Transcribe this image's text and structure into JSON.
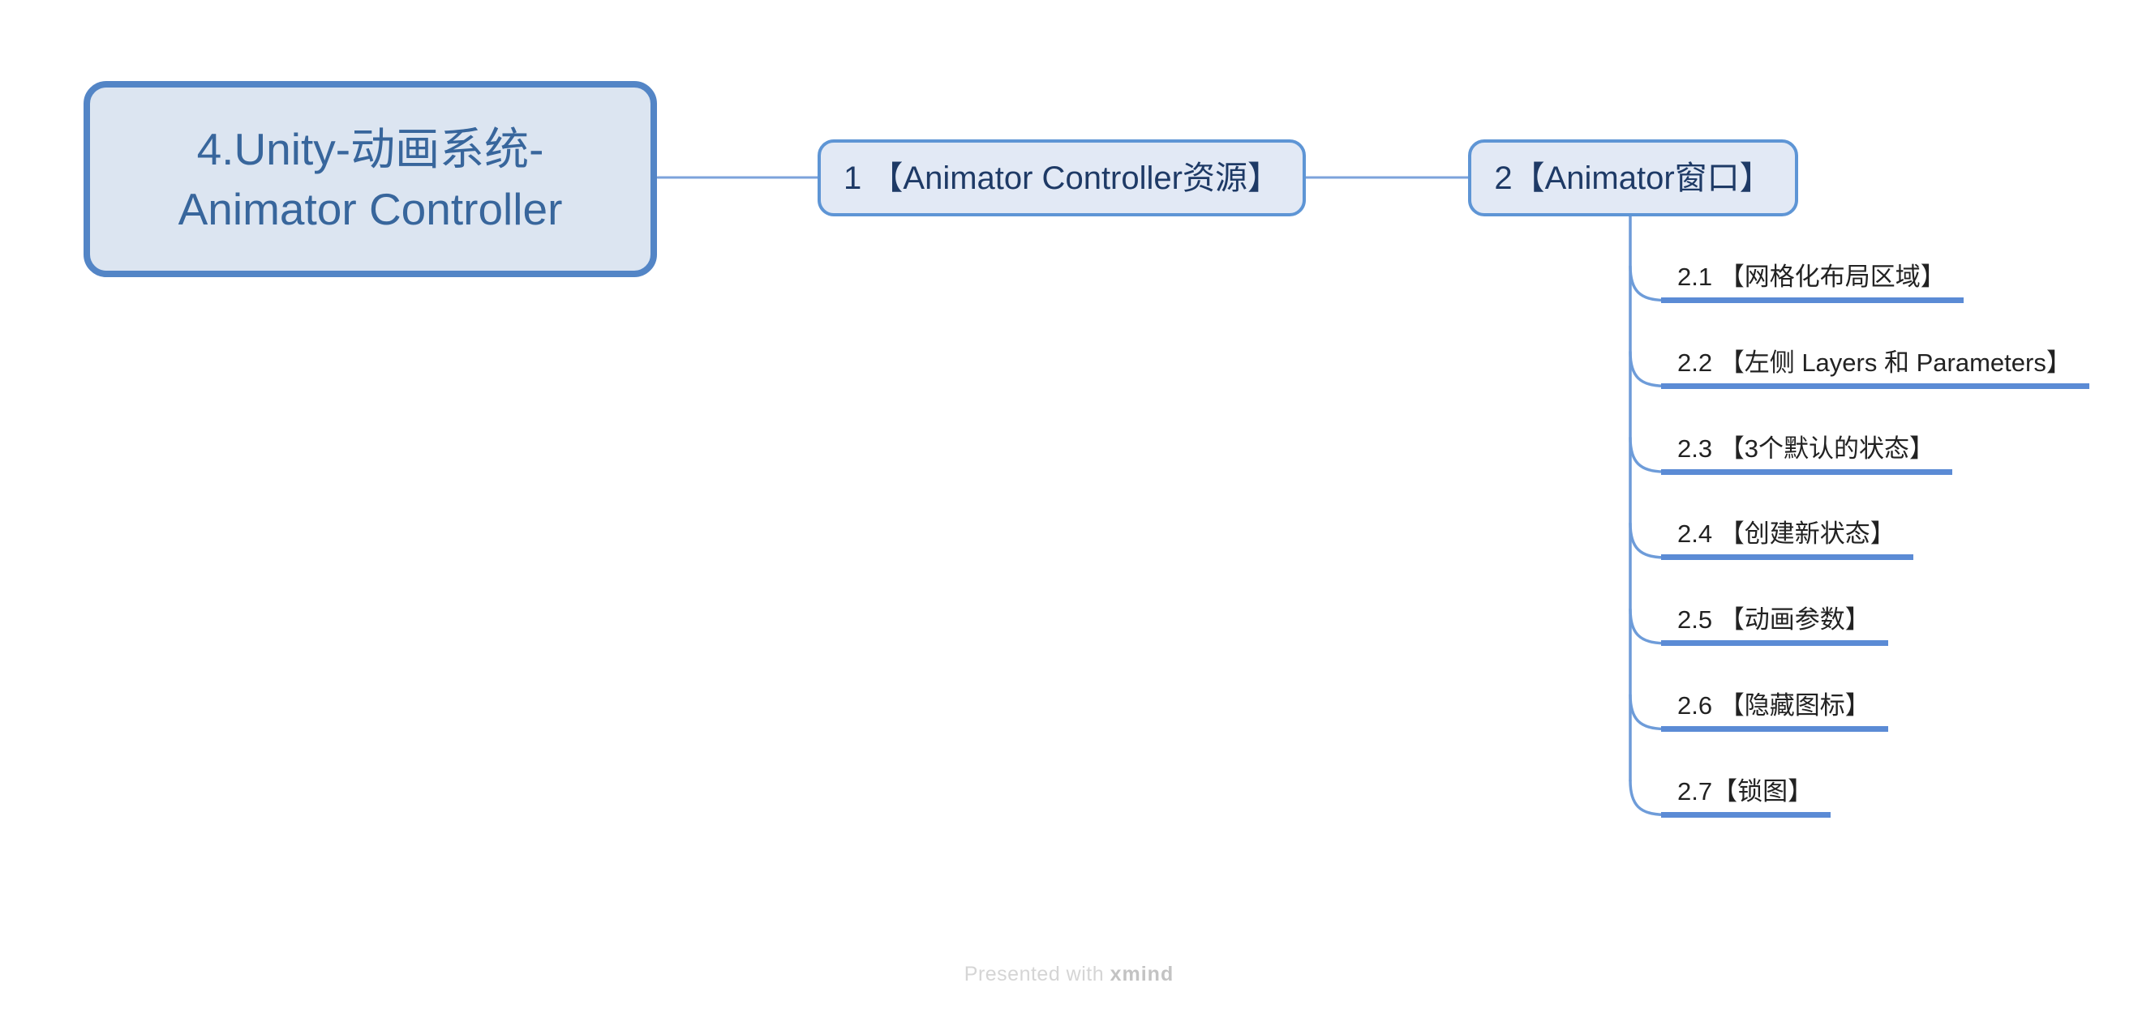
{
  "mindmap": {
    "root": {
      "label": "4.Unity-动画系统-\nAnimator Controller"
    },
    "level1": [
      {
        "label": "1 【Animator Controller资源】"
      },
      {
        "label": "2【Animator窗口】",
        "children": [
          {
            "label": "2.1 【网格化布局区域】"
          },
          {
            "label": "2.2 【左侧 Layers 和 Parameters】"
          },
          {
            "label": "2.3 【3个默认的状态】"
          },
          {
            "label": "2.4 【创建新状态】"
          },
          {
            "label": "2.5 【动画参数】"
          },
          {
            "label": "2.6 【隐藏图标】"
          },
          {
            "label": "2.7【锁图】"
          }
        ]
      }
    ]
  },
  "footer": {
    "presented": "Presented with",
    "brand": "xmind"
  },
  "colors": {
    "root_border": "#5385C6",
    "root_fill": "#DCE5F1",
    "root_text": "#38669C",
    "node_border": "#5E95D5",
    "node_fill": "#E2E9F5",
    "node_text": "#1E3A66",
    "subtopic_text": "#222222",
    "underline": "#5B8BD5",
    "branch_line": "#6E9CD9",
    "connector_line": "#7CA3DB",
    "footer_light": "#D5D5D5",
    "footer_brand": "#C3C3C3",
    "background": "#FFFFFF"
  }
}
